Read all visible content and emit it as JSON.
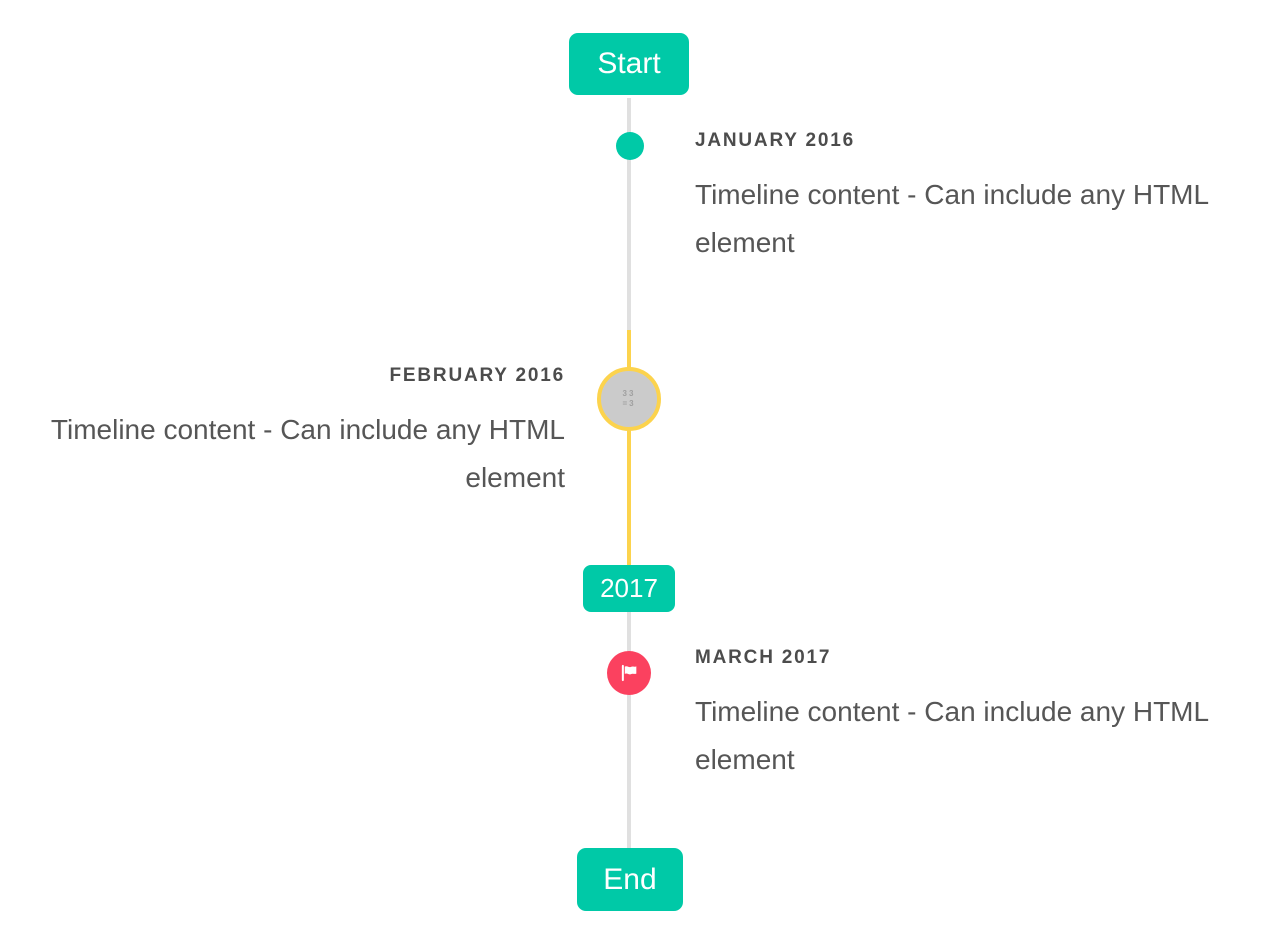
{
  "colors": {
    "accent": "#00c9a7",
    "line": "#e0e0e0",
    "highlight": "#fcd34d",
    "marker_gray": "#cbcbcb",
    "marker_red": "#fb415f",
    "title_text": "#4c4c4c",
    "body_text": "#565656",
    "page_bg": "#ffffff"
  },
  "timeline": {
    "start_badge": "Start",
    "year_badge": "2017",
    "end_badge": "End",
    "items": [
      {
        "title": "JANUARY 2016",
        "content": "Timeline content - Can include any HTML element",
        "side": "right",
        "marker": "teal-dot"
      },
      {
        "title": "FEBRUARY 2016",
        "content": "Timeline content - Can include any HTML element",
        "side": "left",
        "marker": "gray-circle-yellow-ring",
        "marker_glyph": "33\n=3"
      },
      {
        "title": "MARCH 2017",
        "content": "Timeline content - Can include any HTML element",
        "side": "right",
        "marker": "red-flag-circle"
      }
    ]
  }
}
